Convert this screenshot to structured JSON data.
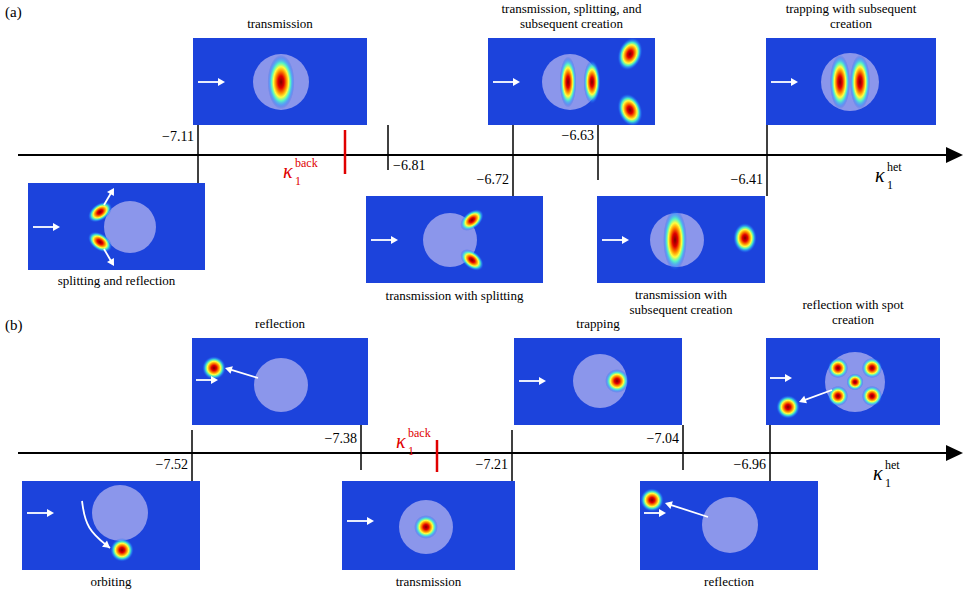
{
  "diagram": {
    "nodes": [
      {
        "text": [
          "splitting and reflection"
        ]
      },
      {
        "text": [
          "transmission"
        ]
      },
      {
        "text": [
          "transmission with splitting"
        ]
      },
      {
        "text": [
          "transmission, splitting, and subsequent creation"
        ]
      },
      {
        "text": [
          "transmission with subsequent creation"
        ]
      },
      {
        "text": [
          "trapping with subsequent creation"
        ]
      },
      {
        "text": [
          "orbiting"
        ]
      },
      {
        "text": [
          "reflection"
        ]
      },
      {
        "text": [
          "transmission"
        ]
      },
      {
        "text": [
          "trapping"
        ]
      },
      {
        "text": [
          "reflection"
        ]
      },
      {
        "text": [
          "reflection with spot creation"
        ]
      }
    ],
    "labels": [
      "(a)",
      "−7.11",
      "−6.81",
      "−6.72",
      "−6.63",
      "−6.41",
      "κ",
      "back",
      "1",
      "κ",
      "het",
      "1",
      "(b)",
      "−7.52",
      "−7.38",
      "−7.21",
      "−7.04",
      "−6.96",
      "κ",
      "back",
      "1",
      "κ",
      "het",
      "1"
    ]
  }
}
